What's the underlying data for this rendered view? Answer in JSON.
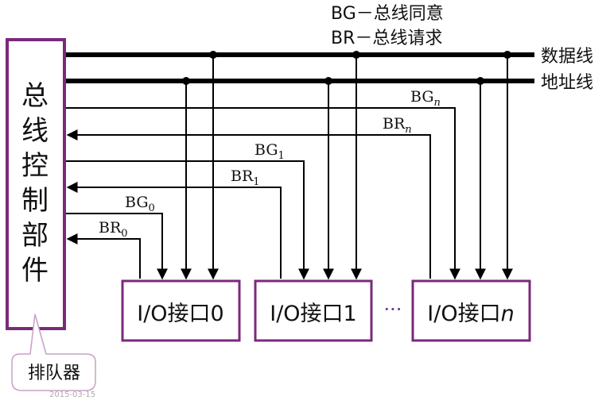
{
  "legend": {
    "bg": "BG－总线同意",
    "br": "BR－总线请求"
  },
  "bus_labels": {
    "data": "数据线",
    "address": "地址线"
  },
  "controller_label": [
    "总",
    "线",
    "控",
    "制",
    "部",
    "件"
  ],
  "signals": {
    "bgn": "BG",
    "bgn_sub": "n",
    "brn": "BR",
    "brn_sub": "n",
    "bg1": "BG",
    "bg1_sub": "1",
    "br1": "BR",
    "br1_sub": "1",
    "bg0": "BG",
    "bg0_sub": "0",
    "br0": "BR",
    "br0_sub": "0"
  },
  "interfaces": [
    {
      "label": "I/O接口0"
    },
    {
      "label": "I/O接口1"
    },
    {
      "label": "I/O接口",
      "suffix": "n"
    }
  ],
  "ellipsis": "···",
  "callout": "排队器",
  "date_stamp": "2015-03-15",
  "colors": {
    "controller_border": "#7a2a7a",
    "interface_border": "#7a2a7a",
    "ellipsis": "#6a3c8c",
    "line": "#000000",
    "callout_border": "#c8a0c8"
  }
}
